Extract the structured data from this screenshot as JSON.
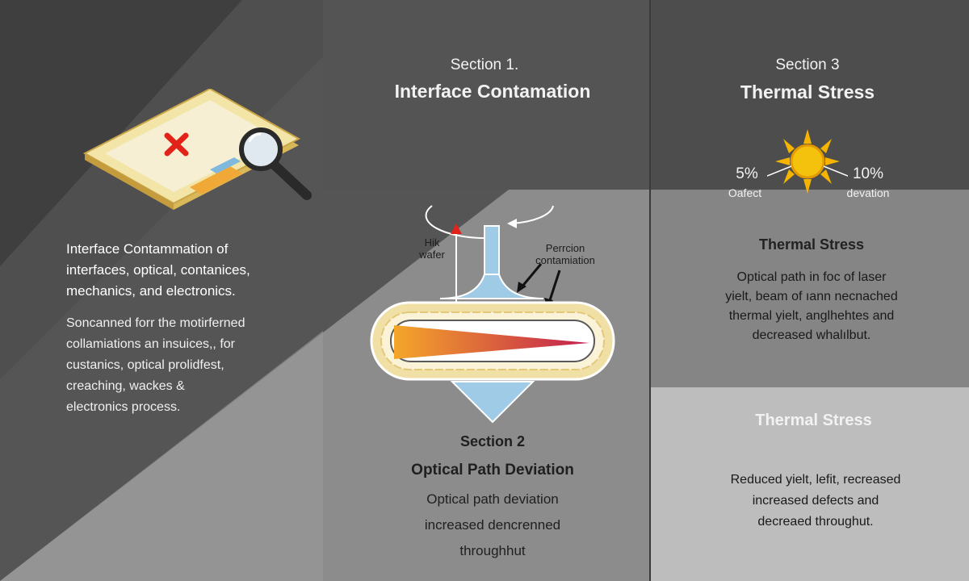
{
  "colors": {
    "dark": "#4a4a4a",
    "mid": "#8a8a8a",
    "light": "#b9b9b9",
    "accent_red": "#e2231a",
    "sun": "#f4b400",
    "pill_fill": "#f1e0a6",
    "channel_blue": "#9fcbe6"
  },
  "icons": [
    "wafer-icon",
    "x-mark-icon",
    "magnifier-icon",
    "sun-icon",
    "arrow-icon"
  ],
  "section1": {
    "label": "Section 1.",
    "title": "Interface Contamation"
  },
  "section2": {
    "label": "Section 2",
    "title": "Optical Path Deviation",
    "line1": "Optical path deviation",
    "line2": "increased dencrenned",
    "line3": "throughhut",
    "label_left_1": "Hik",
    "label_left_2": "wafer",
    "label_right_1": "Perrcion",
    "label_right_2": "contamiation"
  },
  "section3": {
    "label": "Section 3",
    "title": "Thermal Stress",
    "left_pct": "5%",
    "left_word": "Oafect",
    "right_pct": "10%",
    "right_word": "devation",
    "panel_title": "Thermal Stress",
    "panel_line1": "Optical path in foc of laser",
    "panel_line2": "yielt, beam of ıann necnached",
    "panel_line3": "thermal yielt, anglhehtes and",
    "panel_line4": "decreased whalılbut.",
    "bottom_title": "Thermal Stress",
    "bottom_line1": "Reduced yielt, lefit, recreased",
    "bottom_line2": "increased defects and",
    "bottom_line3": "decreaed throughut."
  },
  "left_panel": {
    "heading_line1": "Interface Contammation of",
    "heading_line2": "interfaces, optical, contanices,",
    "heading_line3": "mechanics, and electronics.",
    "para_line1": "Soncanned forr the motirferned",
    "para_line2": "collamiations an insuices,, for",
    "para_line3": "custanics, optical prolidfest,",
    "para_line4": "creaching, wackes &",
    "para_line5": "electronics process."
  }
}
